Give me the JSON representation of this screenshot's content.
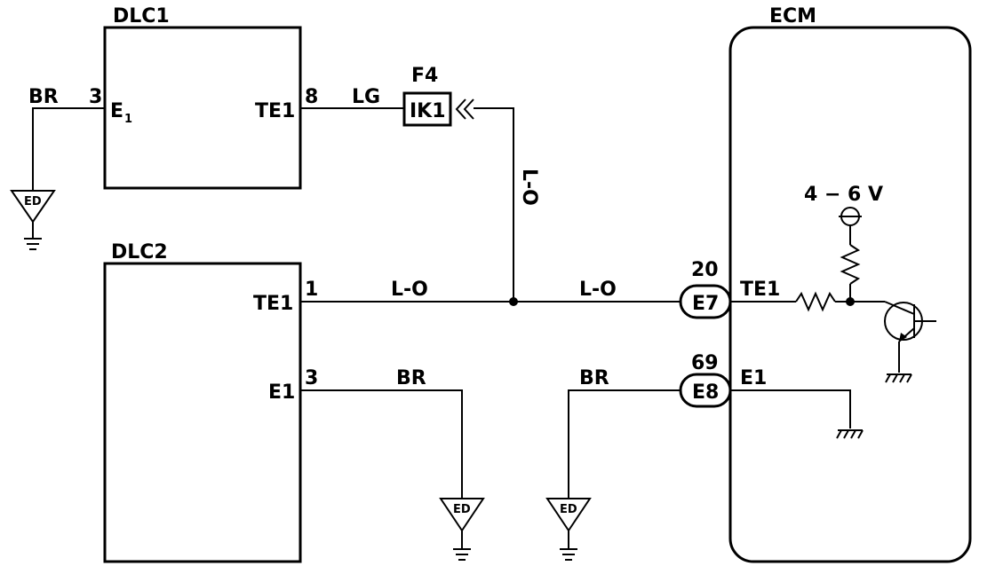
{
  "components": {
    "dlc1": "DLC1",
    "dlc2": "DLC2",
    "ecm": "ECM",
    "connector_f4": "F4",
    "connector_ik1": "IK1"
  },
  "dlc1_pins": {
    "pin3": "3",
    "e1_label": "E",
    "e1_sub": "1",
    "pin8": "8",
    "te1_label": "TE1"
  },
  "dlc2_pins": {
    "pin1": "1",
    "te1_label": "TE1",
    "pin3": "3",
    "e1_label": "E1"
  },
  "ecm_terminals": {
    "pin20": "20",
    "conn_e7": "E7",
    "te1_label": "TE1",
    "pin69": "69",
    "conn_e8": "E8",
    "e1_label": "E1",
    "voltage": "4 − 6 V"
  },
  "wire_colors": {
    "br_dlc1": "BR",
    "lg": "LG",
    "lo_vertical": "L-O",
    "lo_dlc2": "L-O",
    "lo_ecm": "L-O",
    "br_dlc2": "BR",
    "br_e8": "BR"
  },
  "ground_labels": {
    "ed1": "ED",
    "ed2": "ED",
    "ed3": "ED"
  }
}
